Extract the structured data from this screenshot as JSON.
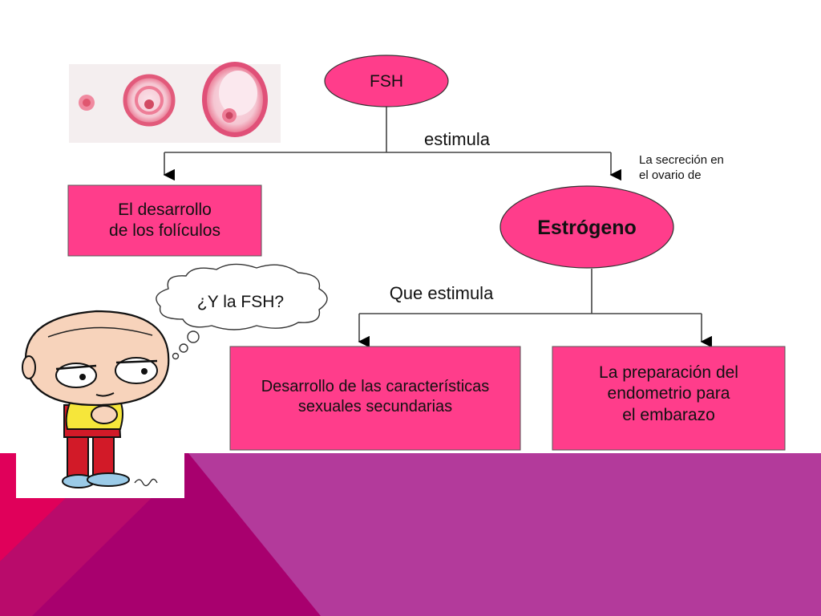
{
  "diagram": {
    "nodes": {
      "fsh": "FSH",
      "folicle": "El desarrollo\n de los folículos",
      "estrogen": "Estrógeno",
      "characteristics": "Desarrollo de las características\nsexuales secundarias",
      "endometrium": "La preparación del\nendometrio para\nel embarazo"
    },
    "edge_labels": {
      "stimulates": "estimula",
      "secretion": "La secreción en\nel ovario de",
      "that_stimulates": "Que estimula"
    },
    "thought_bubble": "¿Y la FSH?"
  },
  "colors": {
    "node_fill": "#ff3d8b",
    "footer_magenta": "#a8006e",
    "footer_purple": "#b33a9b",
    "footer_red": "#e0005a"
  },
  "icons": {
    "follicles": "ovarian-follicles-image",
    "character": "cartoon-character-image"
  }
}
